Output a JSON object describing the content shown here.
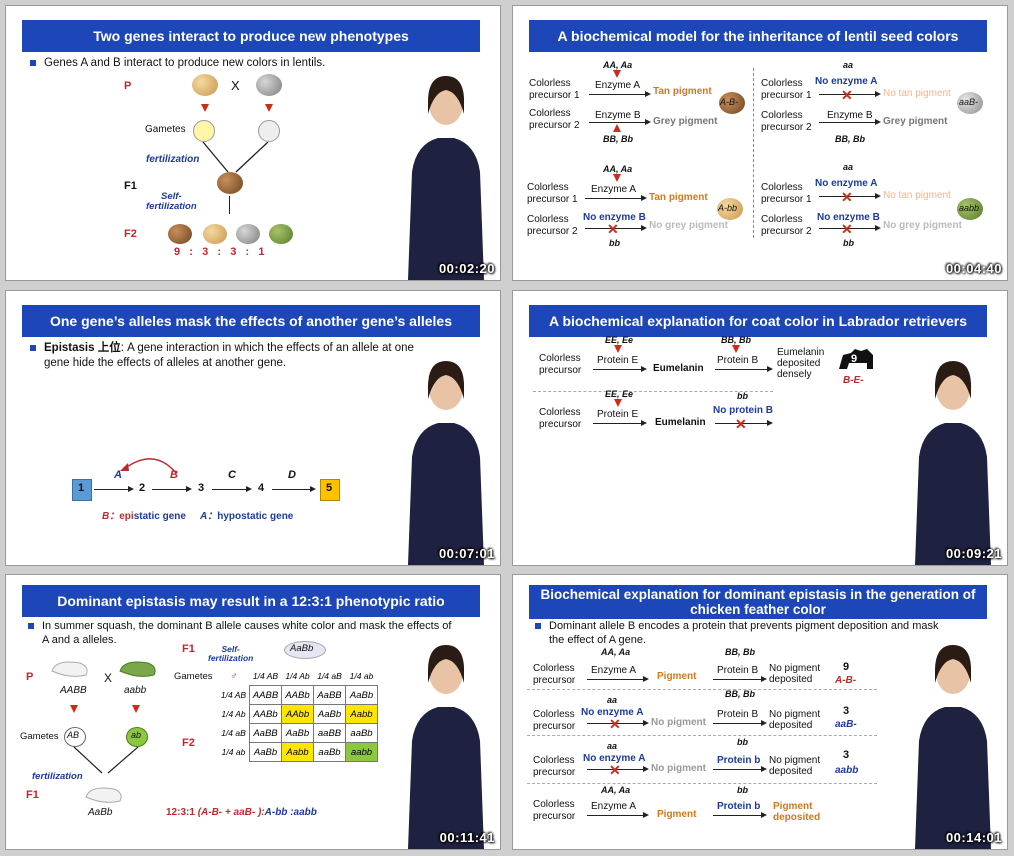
{
  "thumbs": [
    {
      "title": "Two genes interact to produce new phenotypes",
      "bullet": "Genes A and B interact to produce new colors in lentils.",
      "labels": {
        "p": "P",
        "cross": "X",
        "gametes": "Gametes",
        "fert": "fertilization",
        "f1": "F1",
        "self": "Self-\nfertilization",
        "f2": "F2",
        "ratio": "9   :   3   :   3   :   1"
      },
      "time": "00:02:20"
    },
    {
      "title": "A biochemical model for the inheritance of lentil seed colors",
      "rows": [
        {
          "g1": "AA, Aa",
          "e1": "Enzyme A",
          "p1": "Tan pigment",
          "g2": "BB, Bb",
          "e2": "Enzyme B",
          "p2": "Grey pigment",
          "seed": "A-B-"
        },
        {
          "g1": "aa",
          "e1": "No enzyme A",
          "p1": "No tan pigment",
          "g2": "BB, Bb",
          "e2": "Enzyme B",
          "p2": "Grey pigment",
          "seed": "aaB-"
        },
        {
          "g1": "AA, Aa",
          "e1": "Enzyme A",
          "p1": "Tan pigment",
          "g2": "bb",
          "e2": "No enzyme B",
          "p2": "No grey pigment",
          "seed": "A-bb"
        },
        {
          "g1": "aa",
          "e1": "No enzyme A",
          "p1": "No tan pigment",
          "g2": "bb",
          "e2": "No enzyme B",
          "p2": "No grey pigment",
          "seed": "aabb"
        }
      ],
      "precursor1": "Colorless\nprecursor 1",
      "precursor2": "Colorless\nprecursor 2",
      "time": "00:04:40"
    },
    {
      "title": "One gene’s alleles mask the effects of another gene’s alleles",
      "bullet_term": "Epistasis 上位",
      "bullet": ": A gene interaction in which the effects of an allele at one gene hide the effects of alleles at another gene.",
      "path": {
        "n1": "1",
        "n2": "2",
        "n3": "3",
        "n4": "4",
        "n5": "5",
        "a": "A",
        "b": "B",
        "c": "C",
        "d": "D"
      },
      "legend": {
        "b": "B：",
        "b_txt1": "epi",
        "b_txt2": "static gene",
        "a": "A：",
        "a_txt1": "hypo",
        "a_txt2": "static gene"
      },
      "time": "00:07:01"
    },
    {
      "title": "A biochemical explanation for coat color in Labrador retrievers",
      "r1": {
        "prec": "Colorless\nprecursor",
        "g1": "EE, Ee",
        "e1": "Protein E",
        "m": "Eumelanin",
        "g2": "BB, Bb",
        "e2": "Protein B",
        "res": "Eumelanin\ndeposited\ndensely",
        "num": "9",
        "geno": "B-E-"
      },
      "r2": {
        "prec": "Colorless\nprecursor",
        "g1": "EE, Ee",
        "e1": "Protein E",
        "m": "Eumelanin",
        "g2": "bb",
        "e2": "No protein B"
      },
      "time": "00:09:21"
    },
    {
      "title": "Dominant epistasis may result in a 12:3:1 phenotypic ratio",
      "bullet": "In summer squash, the dominant B allele causes white color and mask the effects of  A and a alleles.",
      "labels": {
        "p": "P",
        "aabb_big": "AABB",
        "x": "X",
        "aabb": "aabb",
        "gametes": "Gametes",
        "ab_big": "AB",
        "ab": "ab",
        "fert": "fertilization",
        "f1": "F1",
        "aabb_f1": "AaBb",
        "f1r": "F1",
        "self": "Self-\nfertilization",
        "top": "AaBb",
        "gam2": "Gametes",
        "f2": "F2"
      },
      "grid_head": [
        "1/4 AB",
        "1/4 Ab",
        "1/4 aB",
        "1/4 ab"
      ],
      "grid": [
        [
          "AABB",
          "AABb",
          "AaBB",
          "AaBb"
        ],
        [
          "AABb",
          "AAbb",
          "AaBb",
          "Aabb"
        ],
        [
          "AaBB",
          "AaBb",
          "aaBB",
          "aaBb"
        ],
        [
          "AaBb",
          "Aabb",
          "aaBb",
          "aabb"
        ]
      ],
      "ratio": {
        "lead": "12:3:1",
        "t1": "(A-B- + aaB- ):",
        "t2": "A-bb",
        ":t3": ":aabb"
      },
      "time": "00:11:41"
    },
    {
      "title": "Biochemical explanation for dominant epistasis in the generation of chicken feather color",
      "bullet": "Dominant allele B encodes a protein that prevents pigment deposition and mask the effect of  A gene.",
      "rows": [
        {
          "g1": "AA, Aa",
          "e1": "Enzyme A",
          "m": "Pigment",
          "g2": "BB, Bb",
          "e2": "Protein B",
          "res": "No pigment\ndeposited",
          "num": "9",
          "geno": "A-B-"
        },
        {
          "g1": "aa",
          "e1": "No enzyme A",
          "m": "No pigment",
          "g2": "BB, Bb",
          "e2": "Protein B",
          "res": "No pigment\ndeposited",
          "num": "3",
          "geno": "aaB-"
        },
        {
          "g1": "aa",
          "e1": "No enzyme A",
          "m": "No pigment",
          "g2": "bb",
          "e2": "Protein b",
          "res": "No pigment\ndeposited",
          "num": "3",
          "geno": "aabb"
        },
        {
          "g1": "AA, Aa",
          "e1": "Enzyme A",
          "m": "Pigment",
          "g2": "bb",
          "e2": "Protein b",
          "res": "Pigment\ndeposited",
          "num": "",
          "geno": ""
        }
      ],
      "prec": "Colorless\nprecursor",
      "time": "00:14:01"
    }
  ],
  "colors": {
    "banner": "#1d47b8",
    "accent_red": "#c1272d",
    "accent_blue": "#1d3a9c",
    "pigment": "#d4781a"
  }
}
